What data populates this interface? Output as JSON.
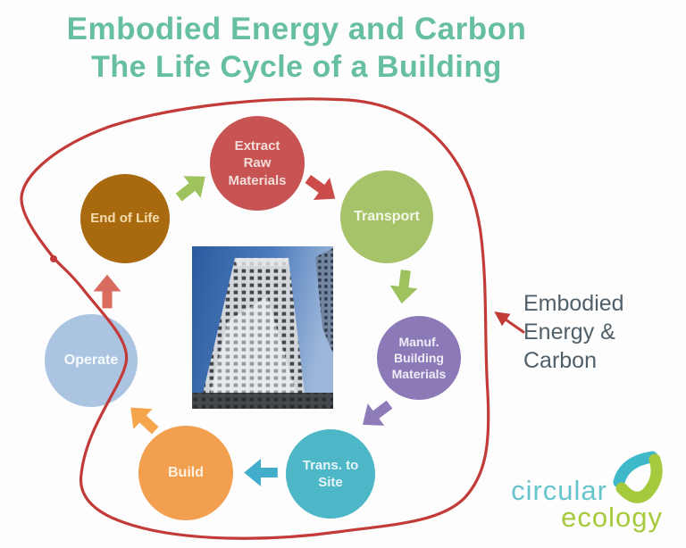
{
  "title": {
    "line1": "Embodied Energy and Carbon",
    "line2": "The Life Cycle of a Building",
    "color": "#67bfa1"
  },
  "cycle": {
    "stages": [
      {
        "id": "extract-raw-materials",
        "label": "Extract\nRaw\nMaterials",
        "color": "#c75452",
        "text_color": "#f4dcda"
      },
      {
        "id": "transport",
        "label": "Transport",
        "color": "#a7c369",
        "text_color": "#f3f7e8"
      },
      {
        "id": "manuf-building-materials",
        "label": "Manuf.\nBuilding\nMaterials",
        "color": "#8b7ab7",
        "text_color": "#efecf7"
      },
      {
        "id": "transport-to-site",
        "label": "Trans. to\nSite",
        "color": "#4db7c8",
        "text_color": "#e6f5f8"
      },
      {
        "id": "build",
        "label": "Build",
        "color": "#f2a04f",
        "text_color": "#fdf2e2"
      },
      {
        "id": "operate",
        "label": "Operate",
        "color": "#aac4e1",
        "text_color": "#f6fafd"
      },
      {
        "id": "end-of-life",
        "label": "End of Life",
        "color": "#a8690f",
        "text_color": "#f3dcae"
      }
    ]
  },
  "arrows": [
    {
      "from": "end-of-life",
      "to": "extract-raw-materials",
      "color": "#9dc25e"
    },
    {
      "from": "extract-raw-materials",
      "to": "transport",
      "color": "#cb4c48"
    },
    {
      "from": "transport",
      "to": "manuf-building-materials",
      "color": "#9dc25e"
    },
    {
      "from": "manuf-building-materials",
      "to": "transport-to-site",
      "color": "#8d7cb8"
    },
    {
      "from": "transport-to-site",
      "to": "build",
      "color": "#43aecb"
    },
    {
      "from": "build",
      "to": "operate",
      "color": "#f5a54b"
    },
    {
      "from": "operate",
      "to": "end-of-life",
      "color": "#da6c5f"
    }
  ],
  "annotation": {
    "line1": "Embodied",
    "line2": "Energy &",
    "line3": "Carbon",
    "text_color": "#50606a",
    "loop_color": "#c23b38"
  },
  "logo": {
    "word1": "circular",
    "word2": "ecology",
    "word1_color": "#66c4cd",
    "word2_color": "#a6ca3d"
  }
}
